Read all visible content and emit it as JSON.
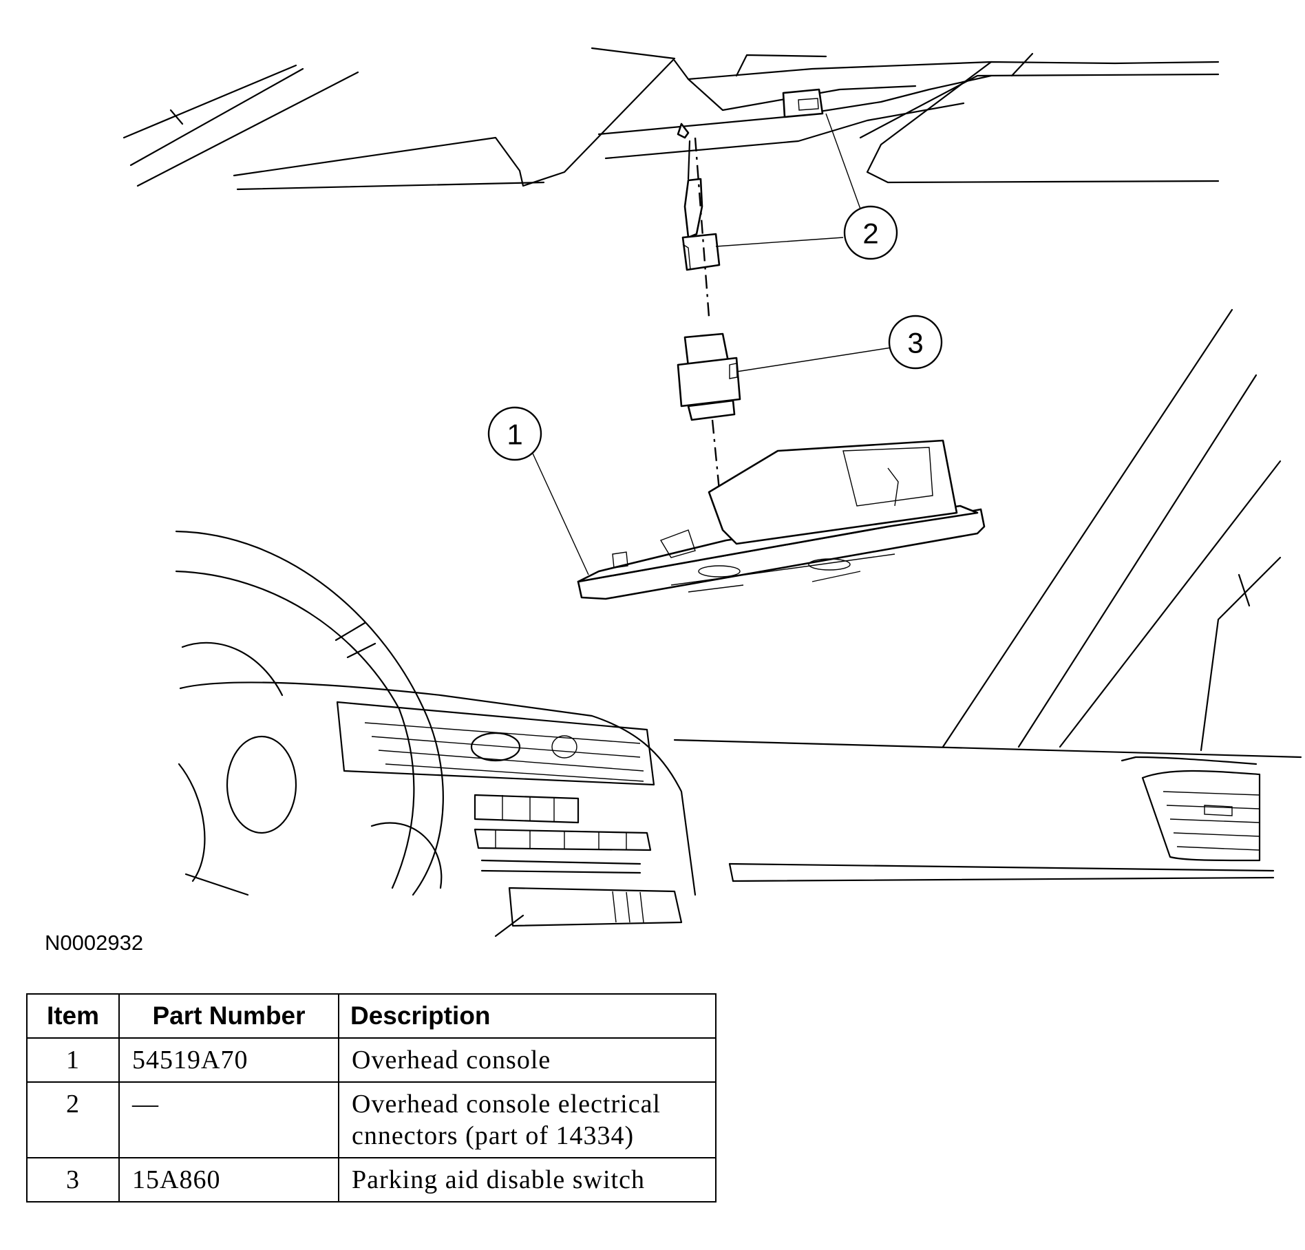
{
  "figure": {
    "id": "N0002932",
    "callouts": [
      "1",
      "2",
      "3"
    ]
  },
  "table": {
    "headers": [
      "Item",
      "Part Number",
      "Description"
    ],
    "rows": [
      {
        "item": "1",
        "part_number": "54519A70",
        "description": "Overhead console"
      },
      {
        "item": "2",
        "part_number": "—",
        "description": "Overhead console electrical cnnectors (part of 14334)"
      },
      {
        "item": "3",
        "part_number": "15A860",
        "description": "Parking aid disable switch"
      }
    ]
  }
}
